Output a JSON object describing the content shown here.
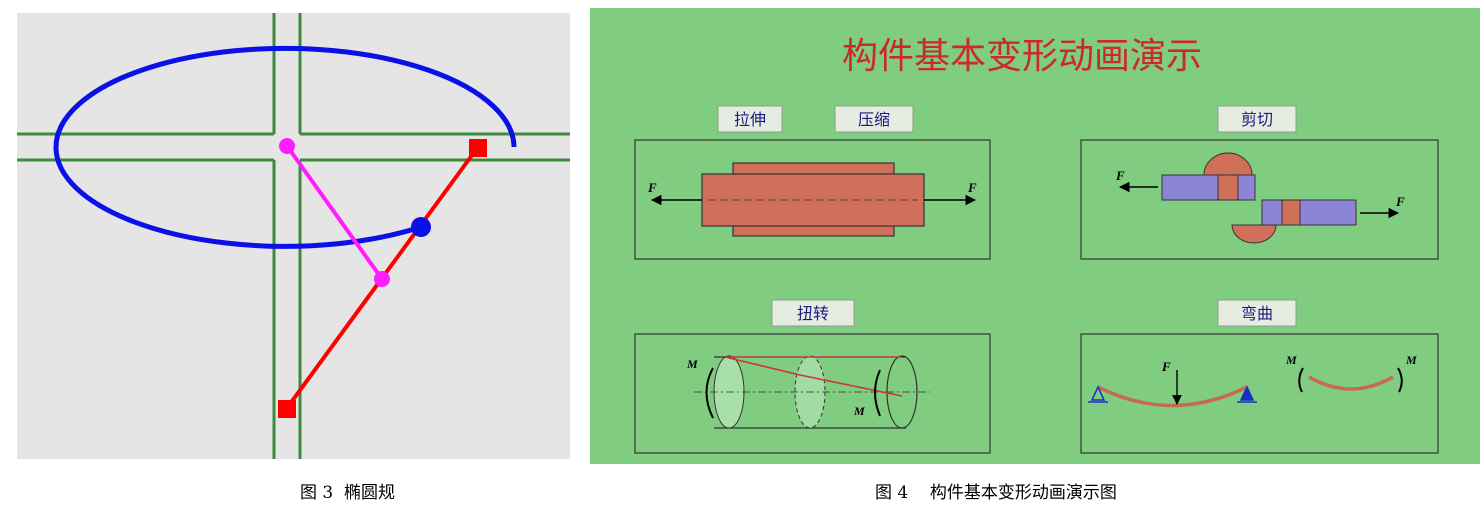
{
  "figure3": {
    "caption": "图 3  椭圆规",
    "colors": {
      "background": "#e5e5e5",
      "grid": "#3d8a3d",
      "ellipse": "#0a10e6",
      "link_magenta": "#ff1cff",
      "link_red": "#ff0000"
    }
  },
  "figure4": {
    "caption": "图 4    构件基本变形动画演示图",
    "title": "构件基本变形动画演示",
    "colors": {
      "background": "#80cc80",
      "title": "#cc2a2a",
      "bar": "#d0705a",
      "shear_block": "#8c84d4"
    },
    "buttons": {
      "tension": "拉伸",
      "compression": "压缩",
      "shear": "剪切",
      "torsion": "扭转",
      "bending": "弯曲"
    },
    "labels": {
      "force": "F",
      "moment": "M"
    }
  }
}
